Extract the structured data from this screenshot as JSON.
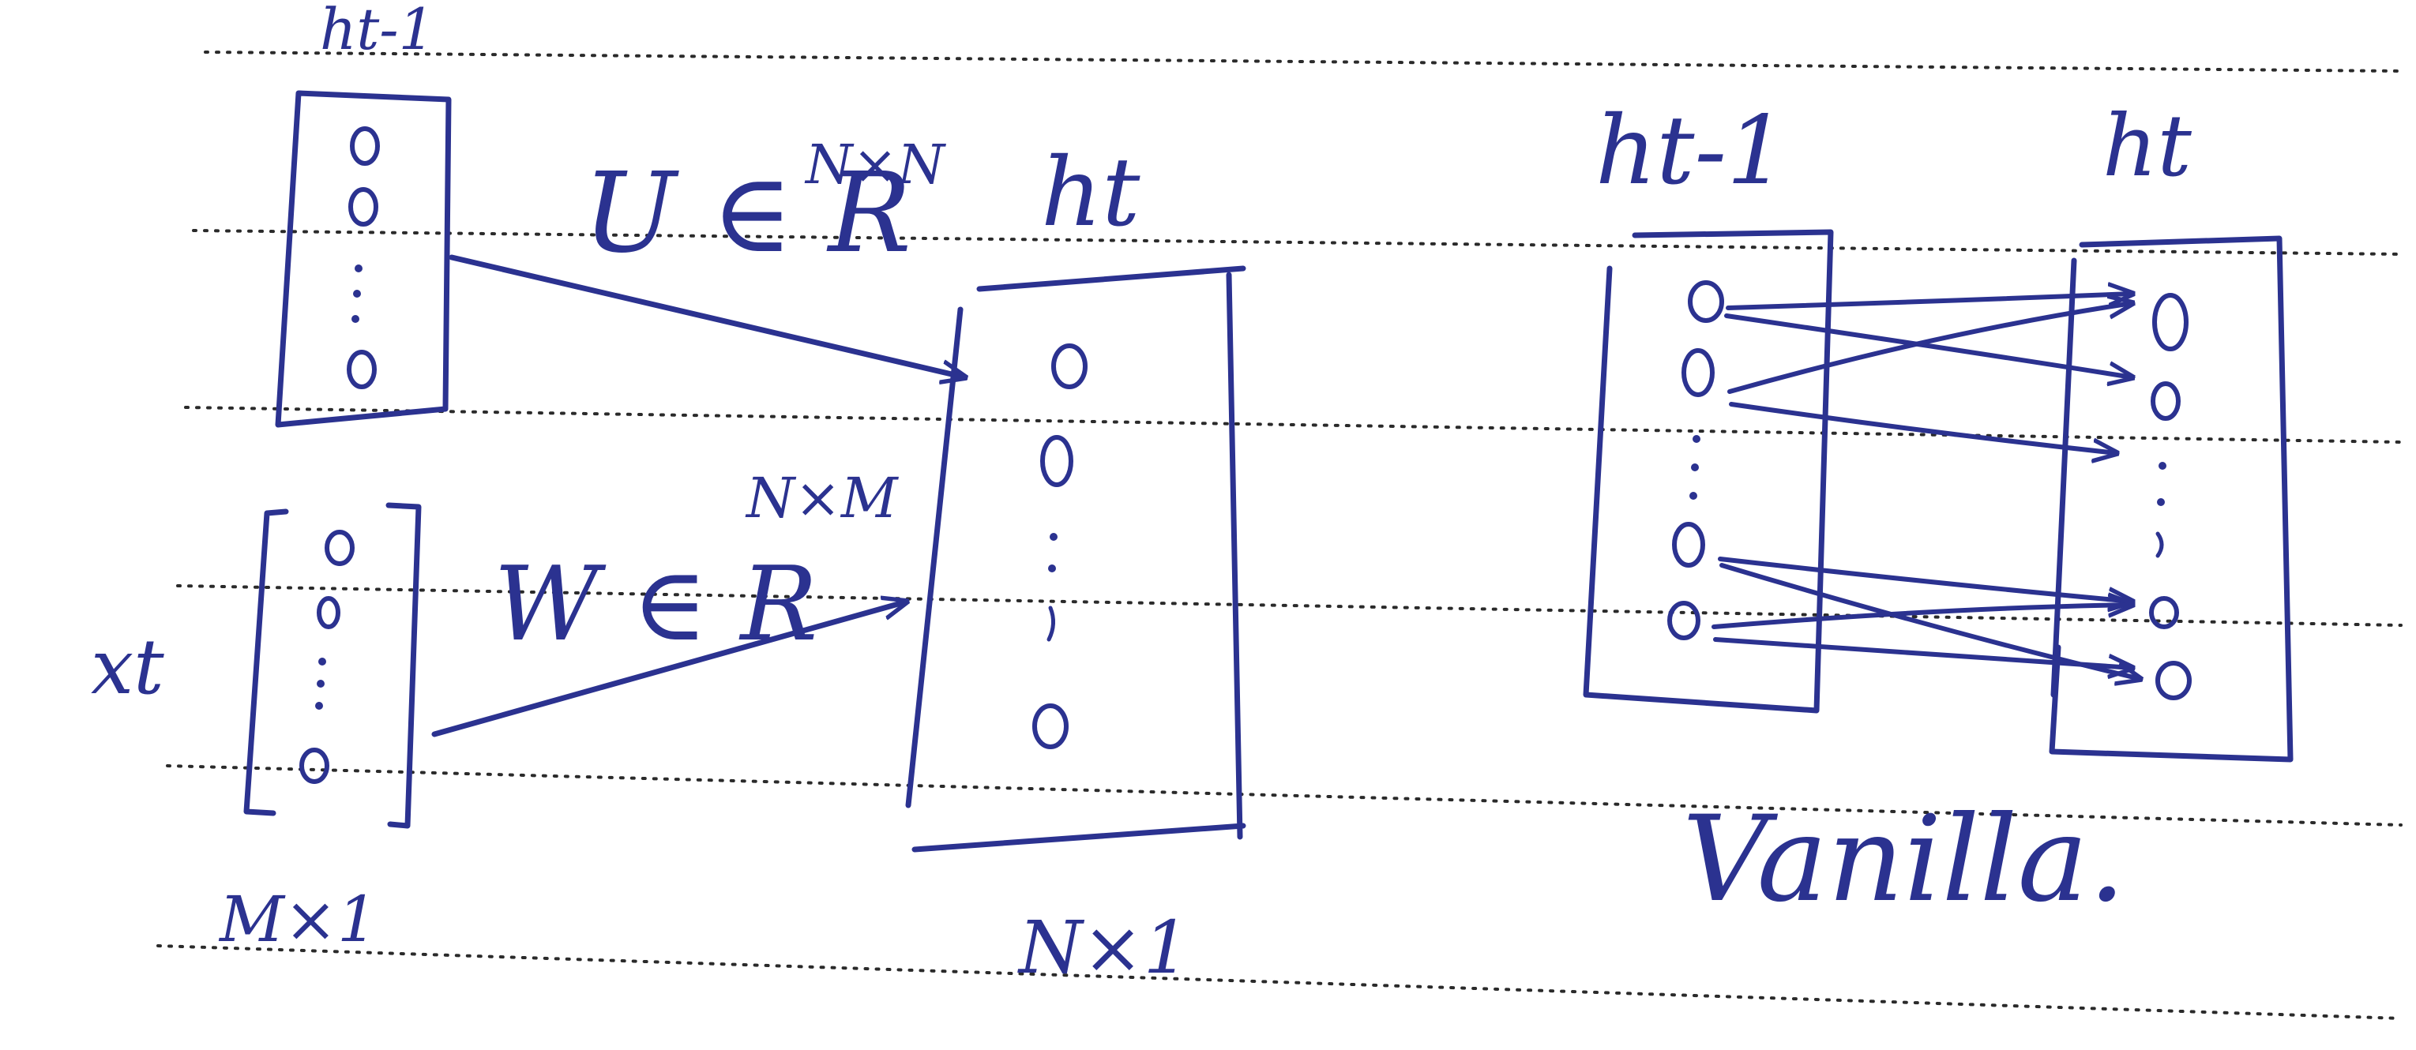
{
  "colors": {
    "ink": "#2b3290",
    "paper": "#ffffff",
    "rule": "#2a2a2a"
  },
  "left_diagram": {
    "prev_hidden_label": "ht-1",
    "input_label": "xt",
    "input_size_label": "M×1",
    "output_label": "ht",
    "output_size_label": "N×1",
    "weight_u": {
      "symbol": "U ∈ R",
      "superscript": "N×N"
    },
    "weight_w": {
      "symbol": "W ∈ R",
      "superscript": "N×M"
    },
    "node_glyph": "o"
  },
  "right_diagram": {
    "prev_hidden_label": "ht-1",
    "hidden_label": "ht",
    "caption": "Vanilla."
  }
}
